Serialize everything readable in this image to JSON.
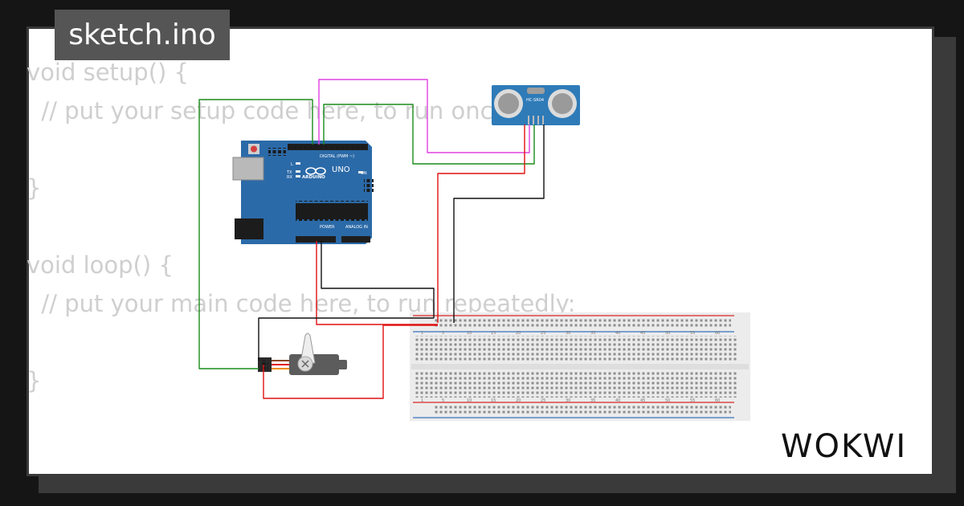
{
  "file_tab": {
    "name": "sketch.ino"
  },
  "code_lines": [
    "void setup() {",
    "  // put your setup code here, to run once:",
    "",
    "}",
    "",
    "void loop() {",
    "  // put your main code here, to run repeatedly:",
    "",
    "}"
  ],
  "arduino": {
    "model_label": "UNO",
    "brand_label": "ARDUINO",
    "digital_label": "DIGITAL (PWM ~)",
    "power_label": "POWER",
    "analog_label": "ANALOG IN",
    "on_label": "ON",
    "tx_label": "TX",
    "rx_label": "RX",
    "l_label": "L",
    "board_color": "#2b6aa8"
  },
  "ultrasonic_sensor": {
    "model": "HC-SR04",
    "board_color": "#2e7bb8"
  },
  "breadboard": {
    "column_numbers": [
      "1",
      "5",
      "10",
      "15",
      "20",
      "25",
      "30",
      "35",
      "40",
      "45",
      "50",
      "55",
      "60"
    ]
  },
  "wires": {
    "green": "#1a8c1a",
    "magenta": "#e040e0",
    "red": "#e01010",
    "black": "#111111"
  },
  "logo": {
    "text": "WOKWI"
  }
}
